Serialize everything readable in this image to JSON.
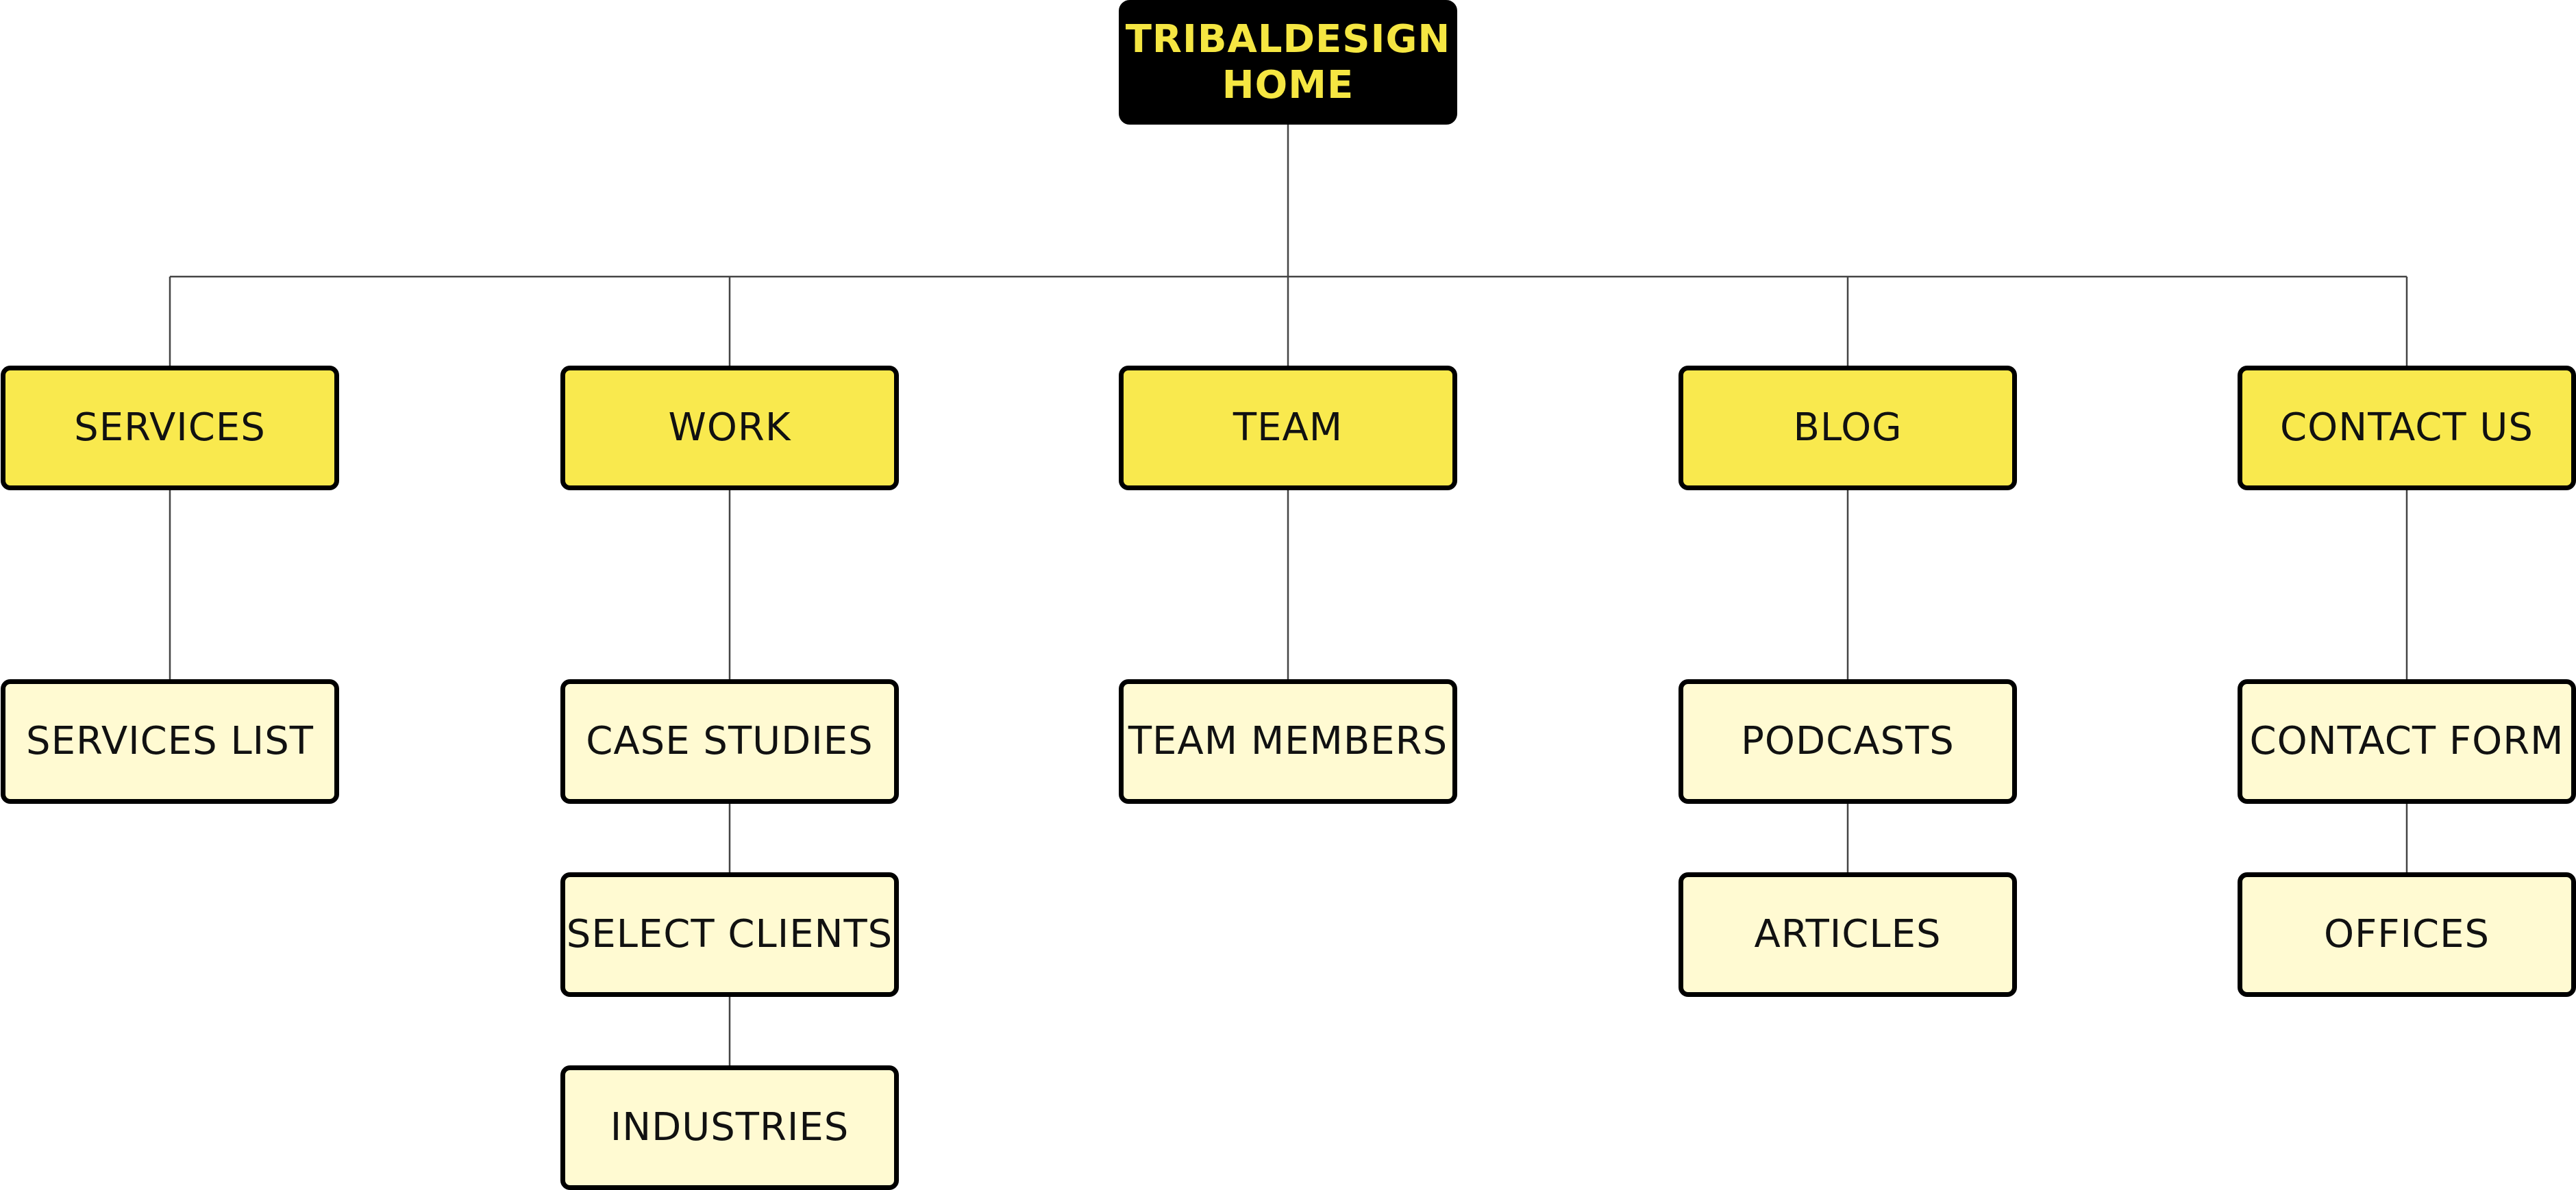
{
  "colors": {
    "root_bg": "#000000",
    "root_text": "#f5e642",
    "section_bg": "#f9e94e",
    "page_bg": "#fffad2",
    "border": "#000000",
    "connector": "#444444"
  },
  "root": {
    "label": "TRIBALDESIGN HOME"
  },
  "sections": [
    {
      "label": "SERVICES",
      "children": [
        "SERVICES LIST"
      ]
    },
    {
      "label": "WORK",
      "children": [
        "CASE STUDIES",
        "SELECT CLIENTS",
        "INDUSTRIES"
      ]
    },
    {
      "label": "TEAM",
      "children": [
        "TEAM MEMBERS"
      ]
    },
    {
      "label": "BLOG",
      "children": [
        "PODCASTS",
        "ARTICLES"
      ]
    },
    {
      "label": "CONTACT US",
      "children": [
        "CONTACT FORM",
        "OFFICES"
      ]
    }
  ]
}
